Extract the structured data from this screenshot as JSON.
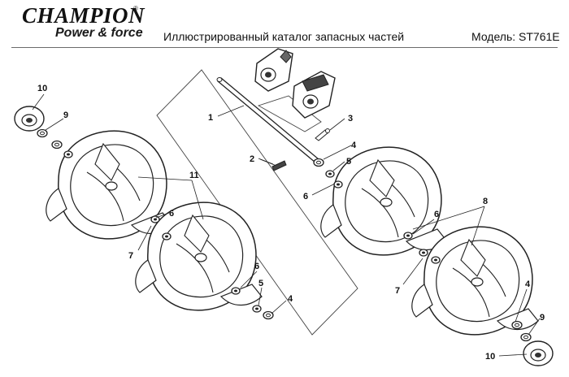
{
  "header": {
    "brand": "CHAMPION",
    "tagline": "Power & force",
    "registered": "®",
    "catalog_title": "Иллюстрированный каталог запасных частей",
    "model": "Модель: ST761E"
  },
  "callouts": {
    "c10a": "10",
    "c9a": "9",
    "c1": "1",
    "c3": "3",
    "c2": "2",
    "c4a": "4",
    "c5a": "5",
    "c6a": "6",
    "c11": "11",
    "c6b": "6",
    "c7a": "7",
    "c6c": "6",
    "c5b": "5",
    "c4b": "4",
    "c8": "8",
    "c6d": "6",
    "c7b": "7",
    "c4c": "4",
    "c9b": "9",
    "c10b": "10"
  }
}
